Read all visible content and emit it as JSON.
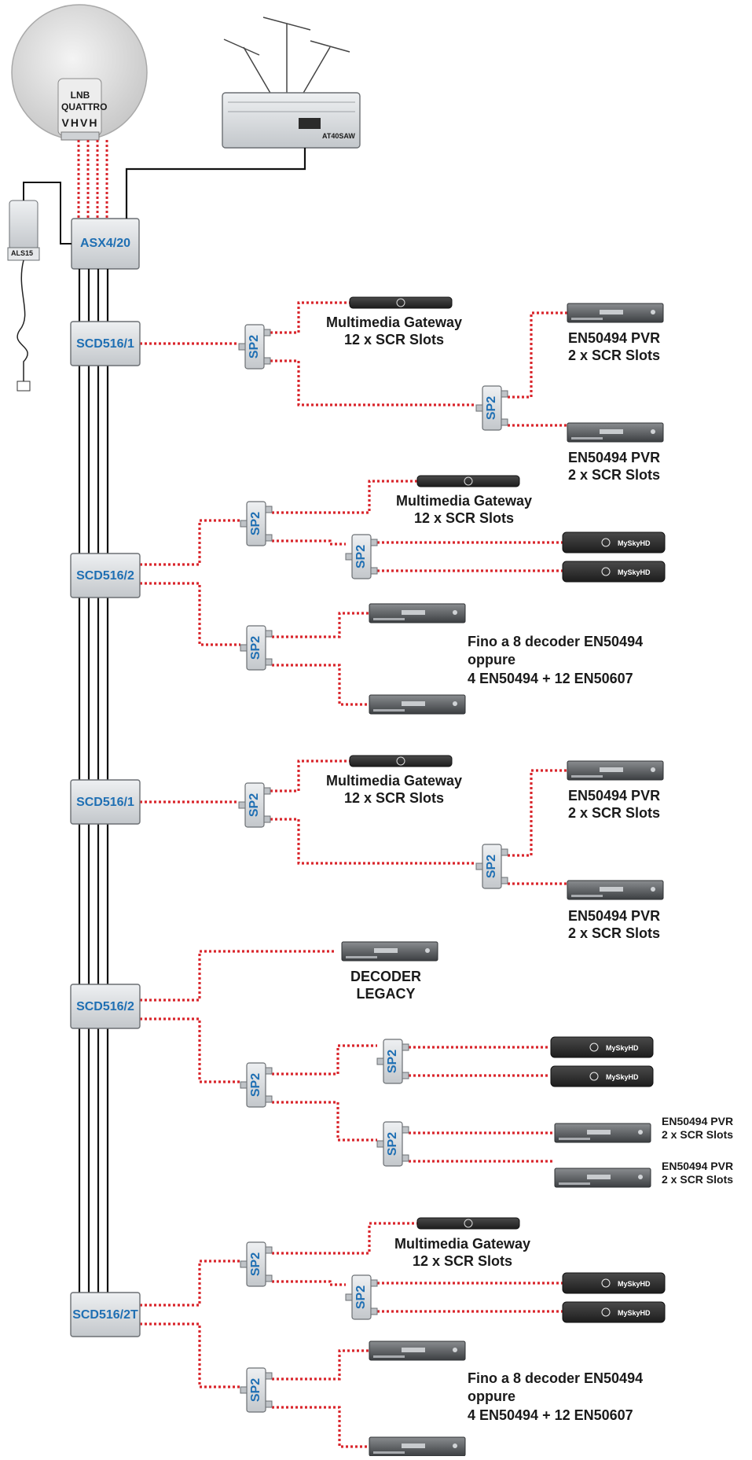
{
  "lnb": {
    "line1": "LNB",
    "line2": "QUATTRO",
    "pols": "VHVH"
  },
  "amp_label": "AT40SAW",
  "multiswitch_label": "ASX4/20",
  "psu_label": "ALS15",
  "switches": [
    "SCD516/1",
    "SCD516/2",
    "SCD516/1",
    "SCD516/2",
    "SCD516/2T"
  ],
  "splitter_label": "SP2",
  "brand_label": "MySkyHD",
  "labels": {
    "gateway_a": "Multimedia Gateway",
    "gateway_b": "12 x SCR Slots",
    "gateway2_a": "Multimedia  Gateway",
    "pvr_a": "EN50494 PVR",
    "pvr_b": "2 x SCR Slots",
    "fino_a": "Fino a 8 decoder EN50494",
    "fino_b": "oppure",
    "fino_c": "4 EN50494 + 12 EN50607",
    "legacy_a": "DECODER",
    "legacy_b": "LEGACY"
  },
  "colors": {
    "cable_red": "#d9262c",
    "cable_black": "#111111",
    "device_blue": "#1f6fb3",
    "box_dark": "#2b2b2b",
    "metal": "#d7d9dc"
  }
}
